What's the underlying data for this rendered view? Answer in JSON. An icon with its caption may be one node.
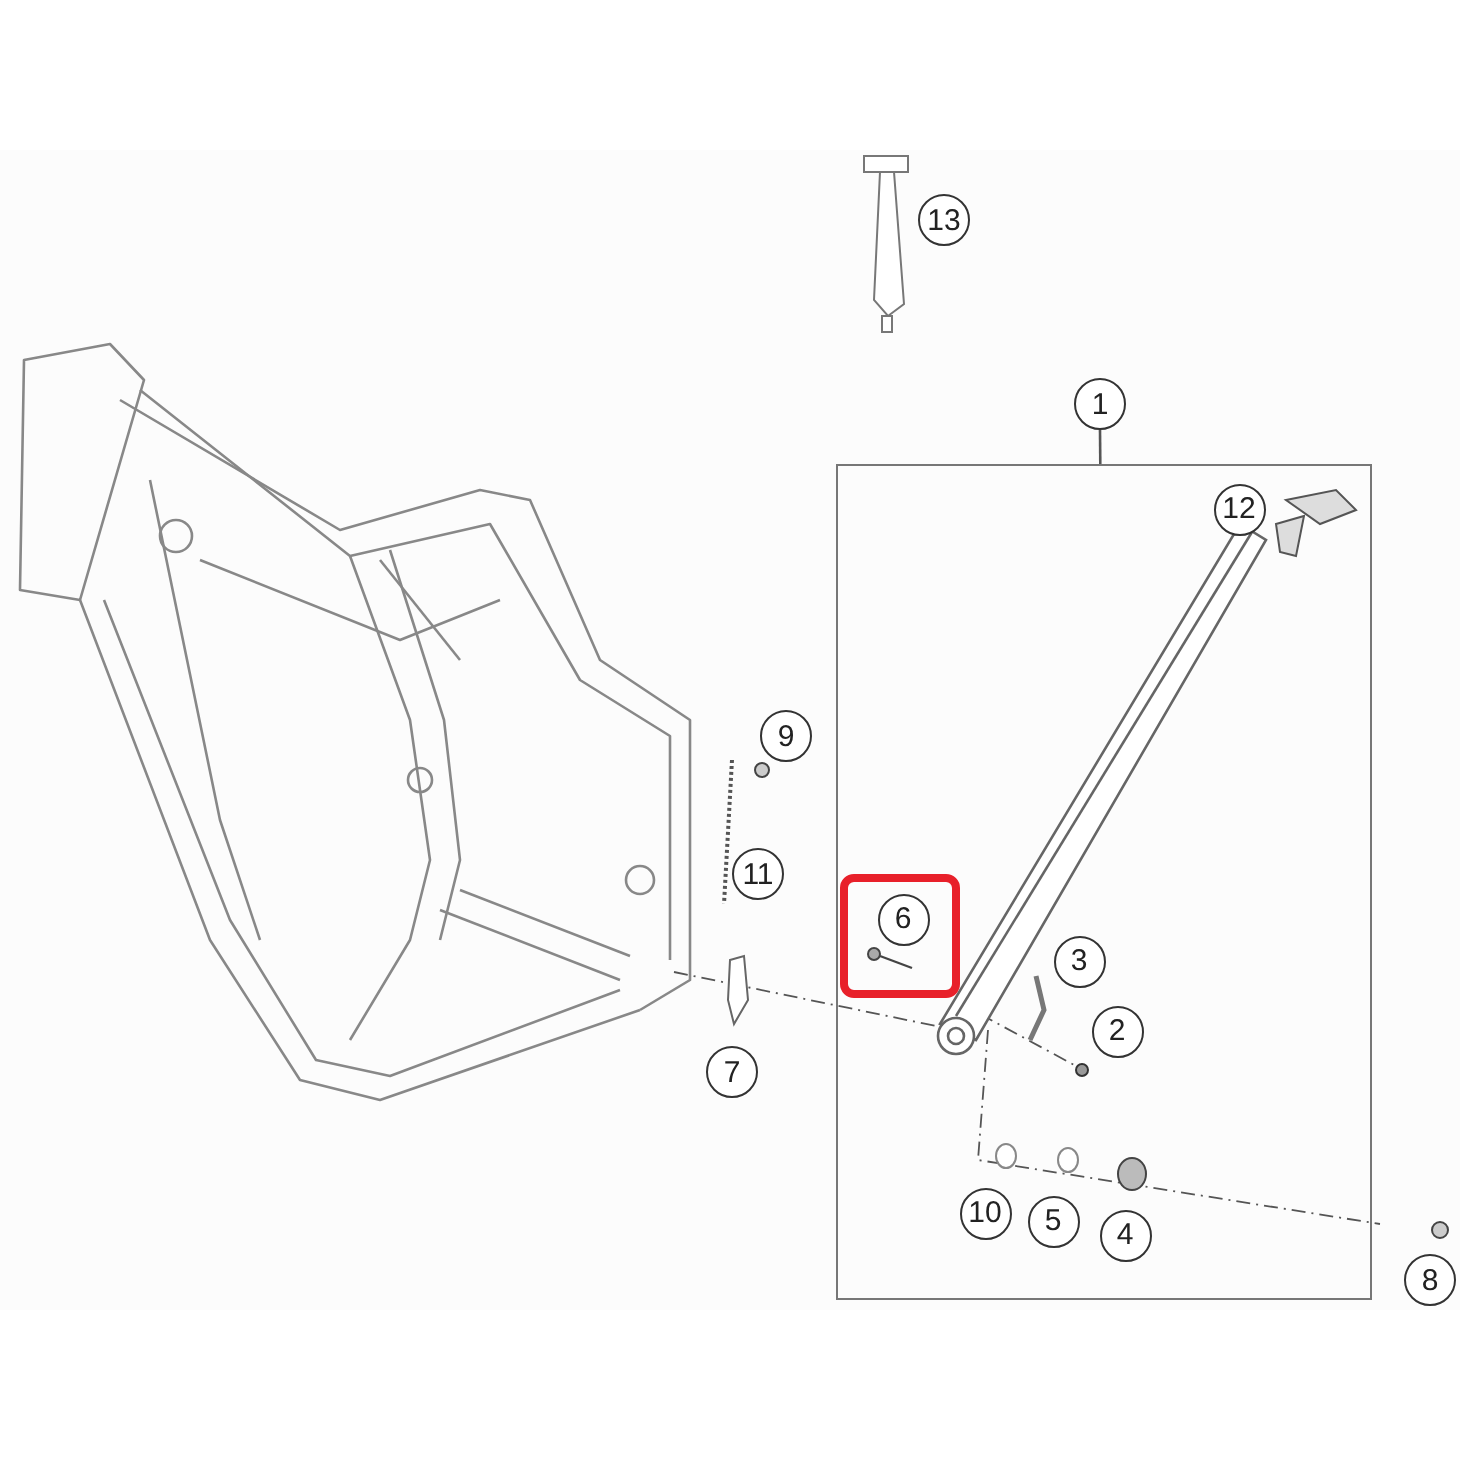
{
  "diagram": {
    "nodes": [
      {
        "text": [
          "13"
        ]
      },
      {
        "text": [
          "1"
        ]
      },
      {
        "text": [],
        "shape": "box"
      },
      {
        "text": [
          "12"
        ],
        "in": 2
      },
      {
        "text": [
          "9"
        ]
      },
      {
        "text": [
          "11"
        ]
      },
      {
        "text": [],
        "shape": "box",
        "in": 2
      },
      {
        "text": [
          "6"
        ],
        "in": 6
      },
      {
        "text": [
          "3"
        ],
        "in": 2
      },
      {
        "text": [
          "2"
        ],
        "in": 2
      },
      {
        "text": [
          "7"
        ]
      },
      {
        "text": [
          "10"
        ],
        "in": 2
      },
      {
        "text": [
          "5"
        ],
        "in": 2
      },
      {
        "text": [
          "4"
        ],
        "in": 2
      },
      {
        "text": [
          "8"
        ]
      }
    ],
    "edges": [
      {
        "from": 1,
        "to": 2,
        "arrow": "none"
      }
    ]
  }
}
